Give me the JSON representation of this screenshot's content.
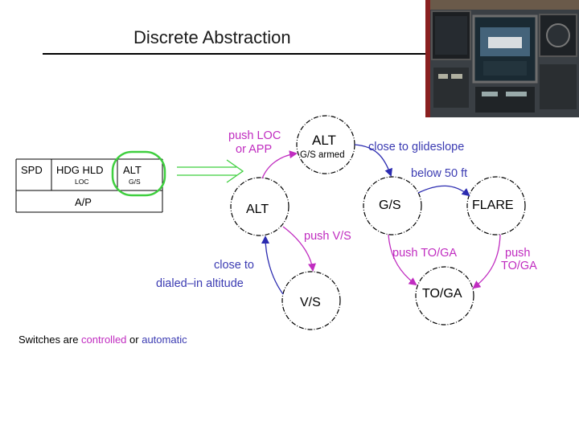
{
  "slide": {
    "title": "Discrete Abstraction",
    "footnote": {
      "prefix": "Switches are ",
      "controlled_word": "controlled",
      "middle": " or ",
      "automatic_word": "automatic"
    }
  },
  "panel": {
    "spd": "SPD",
    "hdg_hld": "HDG HLD",
    "loc_sub": "LOC",
    "alt": "ALT",
    "gs_sub": "G/S",
    "ap": "A/P"
  },
  "states": {
    "alt_gs_armed": {
      "label": "ALT",
      "sub": "G/S armed"
    },
    "alt": {
      "label": "ALT"
    },
    "gs": {
      "label": "G/S"
    },
    "flare": {
      "label": "FLARE"
    },
    "vs": {
      "label": "V/S"
    },
    "toga": {
      "label": "TO/GA"
    }
  },
  "transitions": {
    "push_loc_1": "push LOC",
    "push_loc_2": "or APP",
    "close_glideslope": "close to glideslope",
    "below_50": "below 50 ft",
    "push_vs": "push V/S",
    "close_to": "close to",
    "dialed_alt": "dialed–in altitude",
    "push_toga": "push TO/GA",
    "push_toga2_1": "push",
    "push_toga2_2": "TO/GA"
  },
  "colors": {
    "controlled": "#c02cc0",
    "automatic": "#3b3bb2",
    "highlight": "#3fcf3f"
  }
}
